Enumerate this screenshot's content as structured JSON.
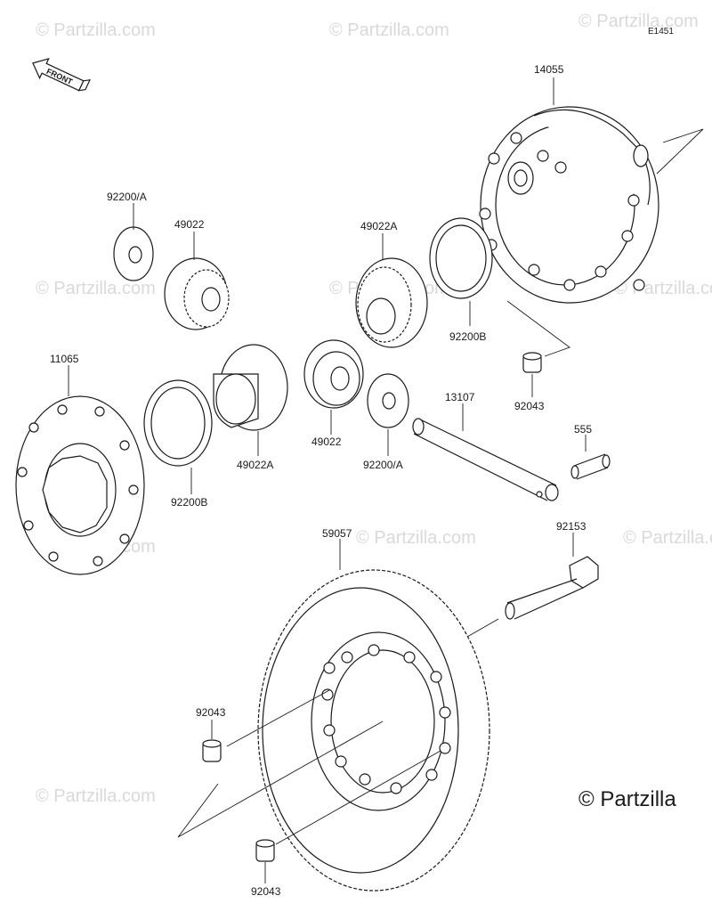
{
  "diagram_code": "E1451",
  "front_label": "FRONT",
  "watermark": "© Partzilla.com",
  "watermark_corner": "© Partzilla",
  "parts": {
    "p14055": "14055",
    "p92200a_top": "92200/A",
    "p49022_top": "49022",
    "p49022a_top": "49022A",
    "p92200b_right": "92200B",
    "p92043_top": "92043",
    "p11065": "11065",
    "p92200b_left": "92200B",
    "p49022a_bottom": "49022A",
    "p49022_bottom": "49022",
    "p92200a_bottom": "92200/A",
    "p13107": "13107",
    "p555": "555",
    "p92153": "92153",
    "p59057": "59057",
    "p92043_left": "92043",
    "p92043_bottom": "92043"
  }
}
